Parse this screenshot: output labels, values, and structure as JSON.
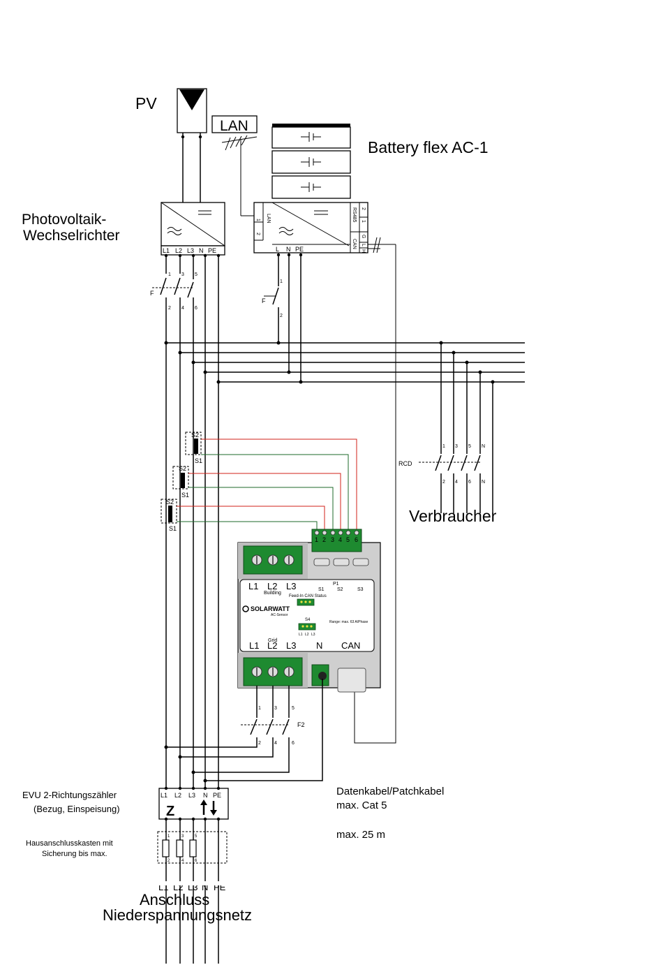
{
  "pv": {
    "label": "PV"
  },
  "lan": {
    "label": "LAN"
  },
  "battery": {
    "title": "Battery flex AC-1"
  },
  "inverter": {
    "title_line1": "Photovoltaik-",
    "title_line2": "Wechselrichter",
    "terminals": [
      "L1",
      "L2",
      "L3",
      "N",
      "PE"
    ]
  },
  "battery_inverter": {
    "lan_label": "LAN",
    "lan_pins": [
      "1",
      "2"
    ],
    "rs485_label": "RS485",
    "rs485_pins": [
      "1",
      "2"
    ],
    "can_label": "CAN",
    "can_pins": [
      "H",
      "L",
      "G"
    ],
    "terminals": [
      "L",
      "N",
      "PE"
    ]
  },
  "fuse_f1": {
    "label": "F",
    "top": [
      "1",
      "3",
      "5"
    ],
    "bottom": [
      "2",
      "4",
      "6"
    ]
  },
  "fuse_f_batt": {
    "label": "F",
    "top": "1",
    "bottom": "2"
  },
  "rcd": {
    "label": "RCD",
    "top": [
      "1",
      "3",
      "5",
      "N"
    ],
    "bottom": [
      "2",
      "4",
      "6",
      "N"
    ]
  },
  "consumers": {
    "label": "Verbraucher"
  },
  "current_sensors": [
    {
      "s2": "S2",
      "s1": "S1"
    },
    {
      "s2": "S2",
      "s1": "S1"
    },
    {
      "s2": "S2",
      "s1": "S1"
    }
  ],
  "sensor_module": {
    "input_pins": [
      "1",
      "2",
      "3",
      "4",
      "5",
      "6"
    ],
    "building_labels": [
      "L1",
      "L2",
      "L3"
    ],
    "building_caption": "Building",
    "grid_labels": [
      "L1",
      "L2",
      "L3"
    ],
    "grid_caption": "Grid",
    "n_label": "N",
    "can_label": "CAN",
    "p1": "P1",
    "s1": "S1",
    "s2": "S2",
    "s3": "S3",
    "s4": "S4",
    "status_caption": "Feed-In CAN Status",
    "brand": "SOLARWATT",
    "product": "AC-Sensor",
    "range": "Range: max. 63 A/Phase",
    "led_labels": [
      "L1",
      "L2",
      "L3"
    ]
  },
  "fuse_f2": {
    "label": "F2",
    "top": [
      "1",
      "3",
      "5"
    ],
    "bottom": [
      "2",
      "4",
      "6"
    ]
  },
  "meter": {
    "title_line1": "EVU 2-Richtungszähler",
    "title_line2": "(Bezug, Einspeisung)",
    "terminals": [
      "L1",
      "L2",
      "L3",
      "N",
      "PE"
    ],
    "symbol": "Z"
  },
  "main_box": {
    "title_line1": "Hausanschlusskasten mit",
    "title_line2": "Sicherung bis max.",
    "top": [
      "1",
      "3",
      "5"
    ],
    "bottom": [
      "2",
      "4",
      "6"
    ]
  },
  "cable": {
    "line1": "Datenkabel/Patchkabel",
    "line2": "max. Cat 5",
    "line3": "max. 25 m"
  },
  "grid": {
    "terminals": [
      "L1",
      "L2",
      "L3",
      "N",
      "PE"
    ],
    "title_line1": "Anschluss",
    "title_line2": "Niederspannungsnetz"
  }
}
